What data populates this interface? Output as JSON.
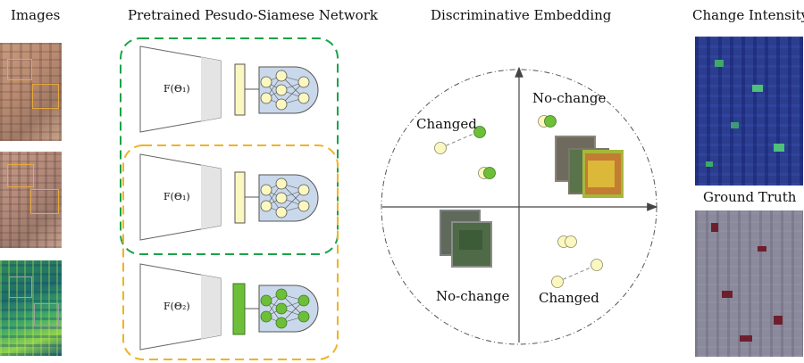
{
  "titles": {
    "images": "Images",
    "network": "Pretrained Pesudo-Siamese Network",
    "embedding": "Discriminative Embedding",
    "change_intensity": "Change Intensity",
    "ground_truth": "Ground Truth"
  },
  "network": {
    "branch_1_label": "F(Θ₁)",
    "branch_2_label": "F(Θ₁)",
    "branch_3_label": "F(Θ₂)"
  },
  "embedding": {
    "label_changed_top": "Changed",
    "label_nochange_top": "No-change",
    "label_nochange_bottom": "No-change",
    "label_changed_bottom": "Changed"
  },
  "colors": {
    "green_frame": "#1aa34a",
    "yellow_frame": "#f0b323",
    "pale_yellow": "#fbf7c0",
    "green_node": "#6dbf3a",
    "node_bg": "#c9d8ea",
    "intensity_bg": "#2b3d8f",
    "gt_bg": "#8b8a9c"
  }
}
